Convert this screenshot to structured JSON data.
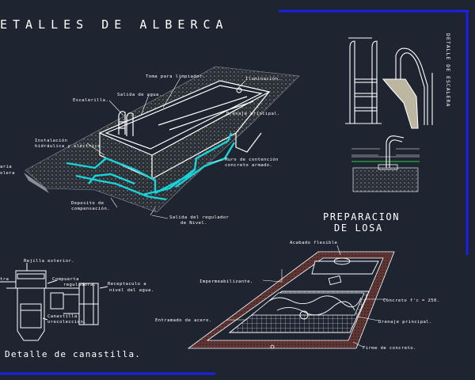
{
  "title": "ETALLES DE ALBERCA",
  "vertical_title": "DETALLE DE ESCALERA",
  "section_titles": {
    "losa": [
      "PREPARACION",
      "DE LOSA"
    ],
    "canastilla": "Detalle de canastilla."
  },
  "pool_labels": {
    "toma_limpiador": "Toma para limpiador.",
    "iluminacion": "Iluminación.",
    "escalerilla": "Escalerilla.",
    "salida_agua": "Salida de agua.",
    "drenaje_principal": "Drenaje principal.",
    "instalacion_1": "Instalación",
    "instalacion_2": "hidráulica y eléctrica.",
    "muro_1": "Muro de contención",
    "muro_2": "concreto armado.",
    "deposito_1": "Deposito de",
    "deposito_2": "compensación.",
    "salida_regulador_1": "Salida del regulador",
    "salida_regulador_2": "de Nivel.",
    "edge_1": "aria",
    "edge_2": "olera"
  },
  "losa_labels": {
    "acabado": "Acabado flexible",
    "impermeabilizante": "Impermeabilizante.",
    "concreto": "Concreto f'c = 250.",
    "entramado": "Entramado de acero.",
    "drenaje": "Drenaje principal.",
    "firme": "Firme de concreto."
  },
  "canastilla_labels": {
    "rejilla": "Rejilla exterior.",
    "tra": "tra",
    "compuerta_1": "Compuerta",
    "compuerta_2": "reguladora.",
    "receptaculo_1": "Receptaculo a",
    "receptaculo_2": "nivel del agua.",
    "canastilla_1": "Canastilla",
    "canastilla_2": "orecoleccion."
  },
  "colors": {
    "background": "#1e2530",
    "line": "#ffffff",
    "pipe": "#19d3d8",
    "frame": "#1a20e6",
    "ground": "#c0392b",
    "accent_green": "#2ecc40"
  }
}
